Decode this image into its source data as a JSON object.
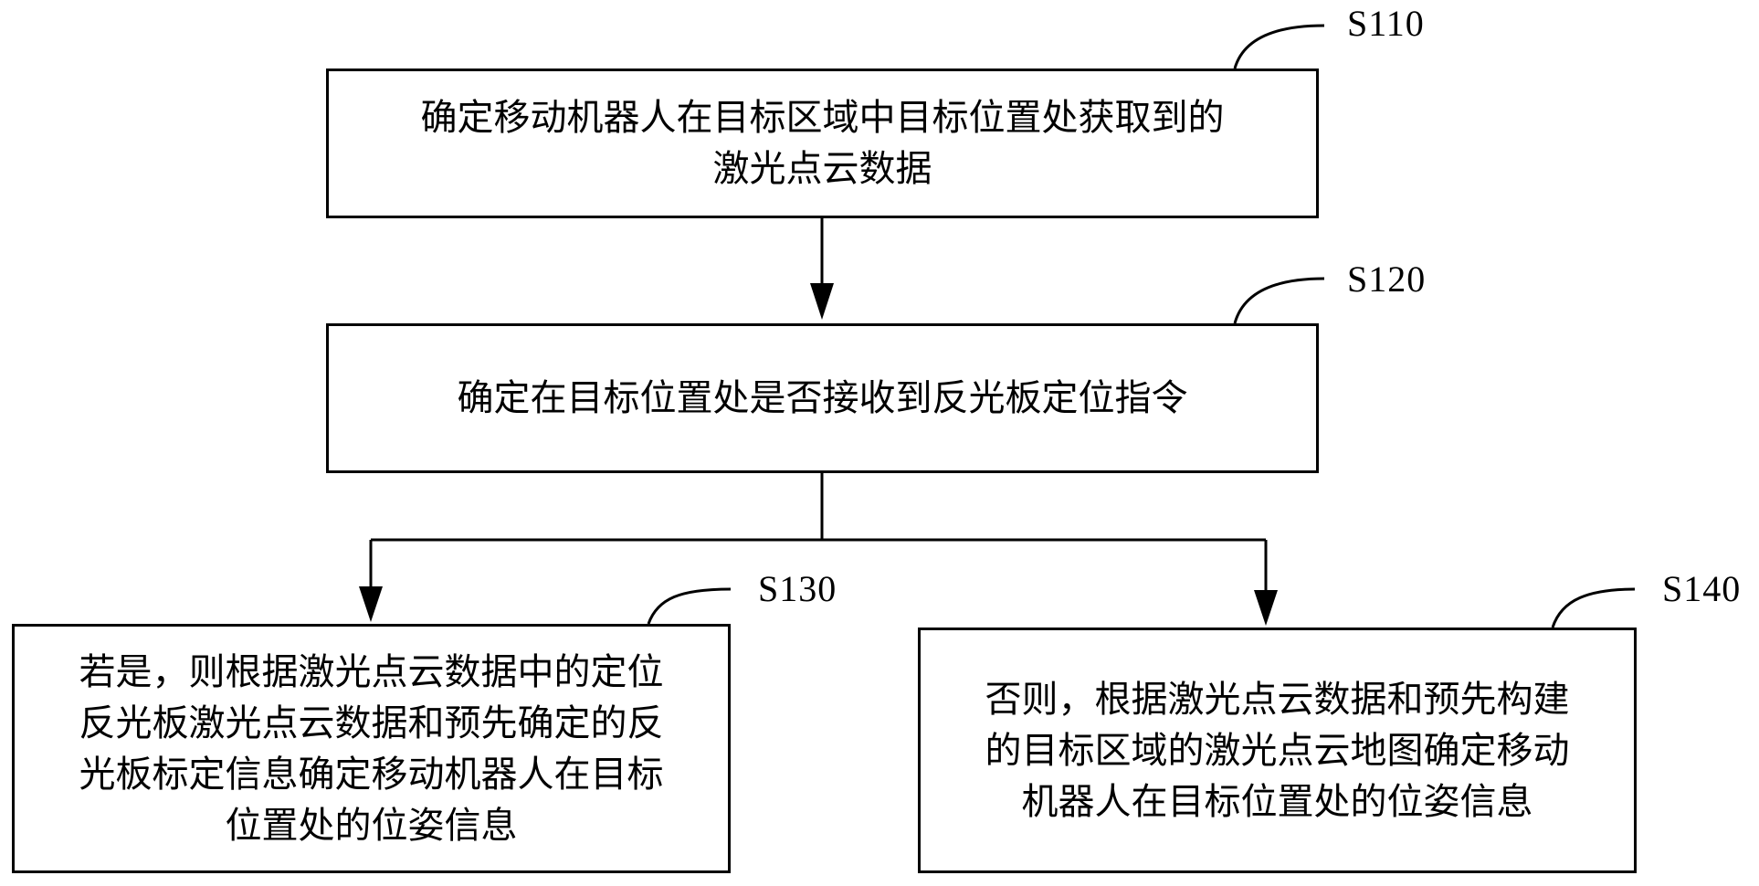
{
  "steps": {
    "s110": {
      "label": "S110",
      "line1": "确定移动机器人在目标区域中目标位置处获取到的",
      "line2": "激光点云数据"
    },
    "s120": {
      "label": "S120",
      "line1": "确定在目标位置处是否接收到反光板定位指令"
    },
    "s130": {
      "label": "S130",
      "line1": "若是，则根据激光点云数据中的定位",
      "line2": "反光板激光点云数据和预先确定的反",
      "line3": "光板标定信息确定移动机器人在目标",
      "line4": "位置处的位姿信息"
    },
    "s140": {
      "label": "S140",
      "line1": "否则，根据激光点云数据和预先构建",
      "line2": "的目标区域的激光点云地图确定移动",
      "line3": "机器人在目标位置处的位姿信息"
    }
  },
  "colors": {
    "stroke": "#000000",
    "background": "#ffffff"
  }
}
